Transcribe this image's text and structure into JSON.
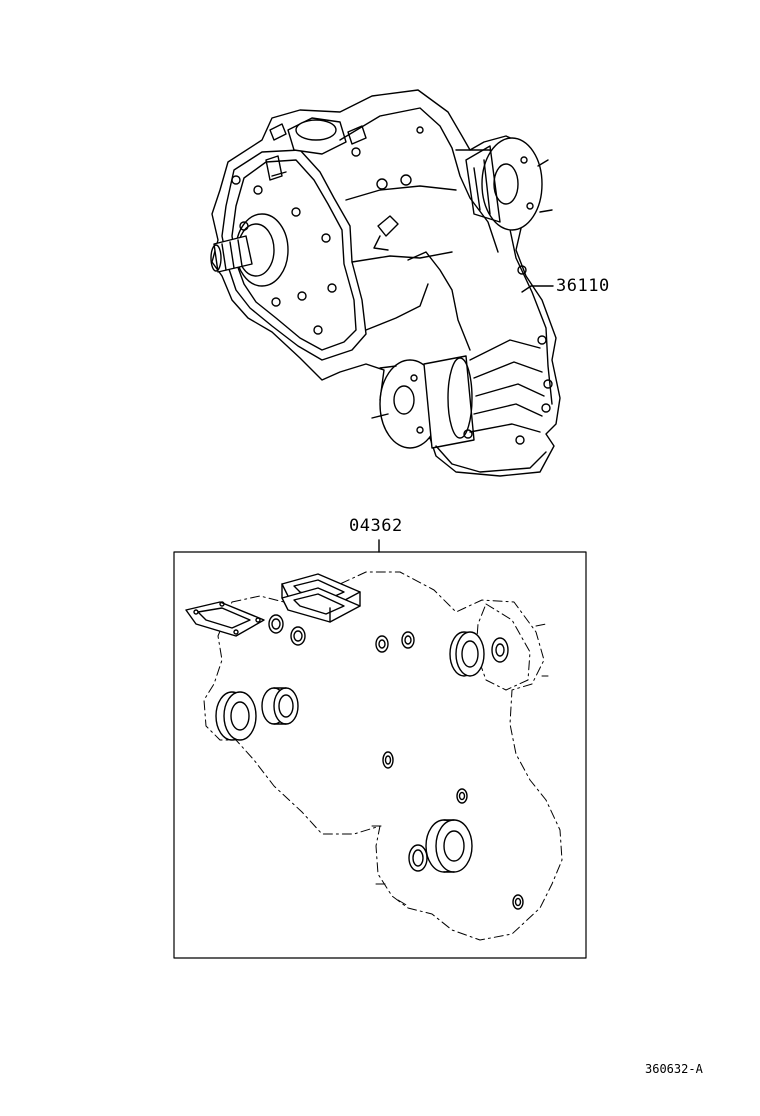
{
  "diagram": {
    "parts": [
      {
        "number": "36110",
        "part": "transfer-assembly"
      },
      {
        "number": "04362",
        "part": "gasket-and-seal-kit"
      }
    ],
    "figure_code": "360632-A"
  }
}
